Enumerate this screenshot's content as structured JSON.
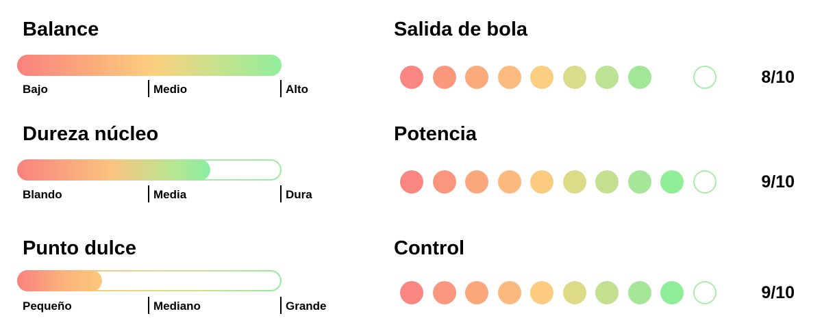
{
  "colors": {
    "dot_outline": "#a9eda9",
    "text": "#000000",
    "gradient_start_red": "#f9827e",
    "gradient_mid_yellow": "#fbcf81",
    "gradient_end_green": "#90ee9c"
  },
  "bars": [
    {
      "title": "Balance",
      "fill_percent": "100%",
      "fill_gradient": "linear-gradient(90deg, #f9827e 0%, #fbab7c 28%, #fbd07f 52%, #c2e38e 78%, #90ee9c 100%)",
      "track_gradient": "linear-gradient(90deg, #f9827e 0%, #fbab7c 28%, #fbd07f 52%, #c2e38e 78%, #90ee9c 100%)",
      "label_low": "Bajo",
      "label_mid": "Medio",
      "label_high": "Alto"
    },
    {
      "title": "Dureza núcleo",
      "fill_percent": "73%",
      "fill_gradient": "linear-gradient(90deg, #f9827e 0%, #fbc380 48%, #b9e591 80%, #8beea2 100%)",
      "track_gradient": "linear-gradient(90deg, #fa9a7d 0%, #fbc97e 40%, #a4ec9e 73%, #98eda2 100%)",
      "label_low": "Blando",
      "label_mid": "Media",
      "label_high": "Dura"
    },
    {
      "title": "Punto dulce",
      "fill_percent": "32%",
      "fill_gradient": "linear-gradient(90deg, #f9827e 0%, #fbb27c 55%, #fbc97b 100%)",
      "track_gradient": "linear-gradient(90deg, #fa9a7d 0%, #fbc97e 32%, #cfe089 66%, #90ee9c 100%)",
      "label_low": "Pequeño",
      "label_mid": "Mediano",
      "label_high": "Grande"
    }
  ],
  "ratings": [
    {
      "title": "Salida de bola",
      "score": "8/10",
      "dots": [
        {
          "fill": "#f98680"
        },
        {
          "fill": "#fa987d"
        },
        {
          "fill": "#fbaa7c"
        },
        {
          "fill": "#fbbb7e"
        },
        {
          "fill": "#fbcf81"
        },
        {
          "fill": "#d9dc8a"
        },
        {
          "fill": "#bce294"
        },
        {
          "fill": "#a2e697"
        },
        {
          "fill": null,
          "outline": false
        },
        {
          "fill": null,
          "outline": true
        }
      ]
    },
    {
      "title": "Potencia",
      "score": "9/10",
      "dots": [
        {
          "fill": "#f98680"
        },
        {
          "fill": "#fa967d"
        },
        {
          "fill": "#fba77c"
        },
        {
          "fill": "#fbb97e"
        },
        {
          "fill": "#fbcc80"
        },
        {
          "fill": "#dedb88"
        },
        {
          "fill": "#c2e090"
        },
        {
          "fill": "#a6e698"
        },
        {
          "fill": "#90ee98"
        },
        {
          "fill": null,
          "outline": true
        }
      ]
    },
    {
      "title": "Control",
      "score": "9/10",
      "dots": [
        {
          "fill": "#f98680"
        },
        {
          "fill": "#fa967d"
        },
        {
          "fill": "#fba77c"
        },
        {
          "fill": "#fbb97e"
        },
        {
          "fill": "#fbcc80"
        },
        {
          "fill": "#dedb88"
        },
        {
          "fill": "#c2e090"
        },
        {
          "fill": "#a6e698"
        },
        {
          "fill": "#90ee98"
        },
        {
          "fill": null,
          "outline": true
        }
      ]
    }
  ]
}
